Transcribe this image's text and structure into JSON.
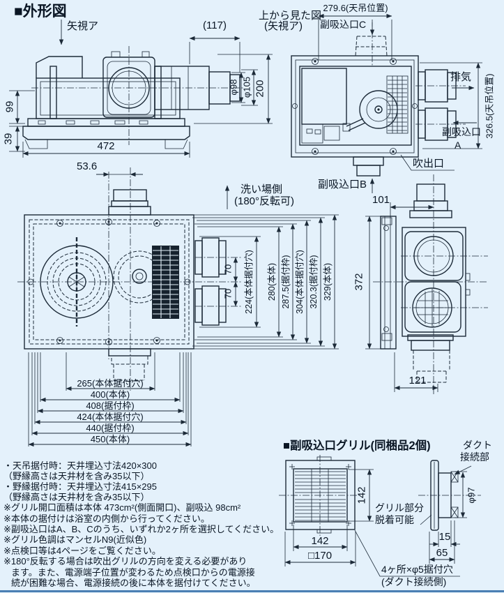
{
  "page": {
    "title": "■外形図",
    "background": "#e4f1fb",
    "line_color": "#1c2a38",
    "bottom_rule_color": "#4a7fb3"
  },
  "side_view": {
    "arrow_view_label": "矢視ア",
    "dims": {
      "w117": "(117)",
      "phi98": "φ98",
      "phi105": "φ105",
      "h200": "200",
      "h99": "99",
      "h39": "39",
      "w472": "472"
    }
  },
  "top_view": {
    "title": "上から見た図",
    "title2": "(矢視ア)",
    "dims": {
      "w279": "279.6(天吊位置)",
      "h326": "326.5(天吊位置)"
    },
    "labels": {
      "port_c": "副吸込口C",
      "exhaust": "排気",
      "port_a": "副吸込口",
      "port_a_letter": "A",
      "outlet": "吹出口",
      "port_b": "副吸込口B"
    }
  },
  "bottom_view": {
    "dims": {
      "w536": "53.6",
      "h70a": "70",
      "h70b": "70"
    },
    "v_dims": [
      "224(本体据付穴)",
      "280(本体)",
      "287.5(据付枠)",
      "304(本体据付穴)",
      "320.3(据付枠)",
      "329(本体)"
    ],
    "h_dims": [
      "265(本体据付穴)",
      "400(本体)",
      "408(据付枠)",
      "424(本体据付穴)",
      "440(据付枠)",
      "450(本体)"
    ],
    "labels": {
      "wash_side": "洗い場側",
      "rotatable": "(180°反転可)"
    }
  },
  "right_view": {
    "dims": {
      "w101": "101",
      "h372": "372",
      "w121": "121"
    }
  },
  "grill_section": {
    "title": "■副吸込口グリル(同梱品2個)",
    "labels": {
      "duct_conn1": "ダクト",
      "duct_conn2": "接続部",
      "detach1": "グリル部分",
      "detach2": "脱着可能",
      "holes1": "4ヶ所×φ5据付穴",
      "holes2": "(ダクト接続側)"
    },
    "dims": {
      "v142": "142",
      "h142": "142",
      "sq170": "□170",
      "phi97": "φ97",
      "d15": "15",
      "d65": "65"
    }
  },
  "notes": {
    "lines": [
      "・天吊据付時：天井埋込寸法420×300",
      "（野縁高さは天井材を含み35以下）",
      "・野縁据付時：天井埋込寸法415×295",
      "（野縁高さは天井材を含み35以下）",
      "※グリル開口面積は本体 473cm²(側面開口)、副吸込 98cm²",
      "※本体の据付けは浴室の内側から行ってください。",
      "※副吸込口はA、B、Cのうち、いずれか2ヶ所を選択してください。",
      "※グリル色調はマンセルN9(近似色)",
      "※点検口等は4ページをご覧ください。",
      "※180°反転する場合は吹出グリルの方向を変える必要があり",
      "ます。また、電源端子位置が変わるため点検口からの電源接",
      "続が困難な場合、電源接続の後に本体を据付けてください。"
    ]
  }
}
